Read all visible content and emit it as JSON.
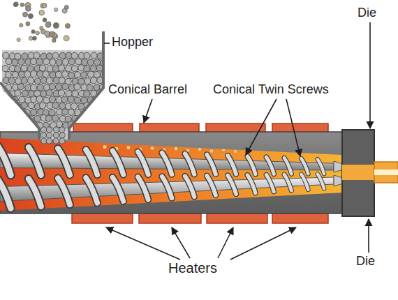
{
  "diagram": {
    "labels": [
      "Hopper",
      "Conical Barrel",
      "Conical Twin Screws",
      "Die",
      "Heaters",
      "Die"
    ]
  }
}
